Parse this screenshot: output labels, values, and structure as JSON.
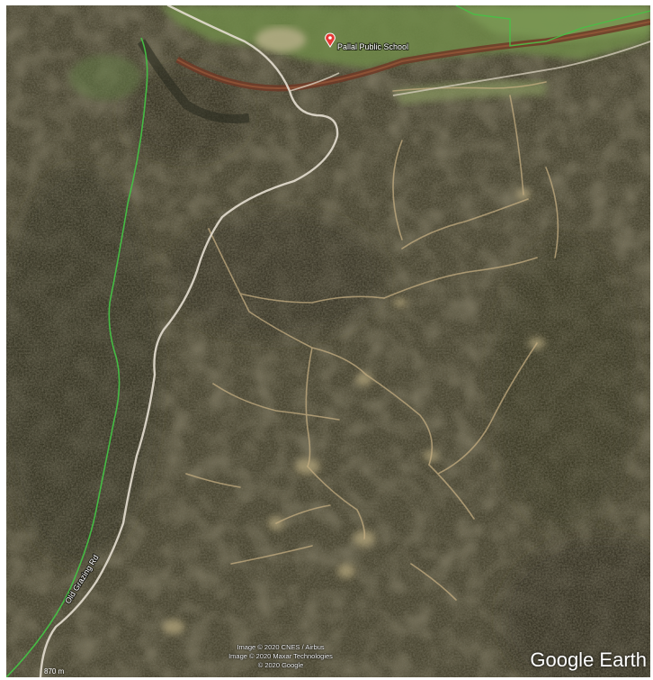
{
  "map": {
    "place_label": "Pallal Public School",
    "road_label": "Old Grazing Rd",
    "marker_icon": "map-pin-icon",
    "colors": {
      "boundary_line": "#3fbf3f",
      "road": "#e6e2d6",
      "river": "#7a3a2a",
      "track": "#c9b48a",
      "marker": "#e53935"
    }
  },
  "attribution": {
    "line1": "Image © 2020 CNES / Airbus",
    "line2": "Image © 2020 Maxar Technologies",
    "line3": "© 2020 Google"
  },
  "logo": {
    "text": "Google Earth"
  },
  "scale": {
    "text": "870 m"
  }
}
